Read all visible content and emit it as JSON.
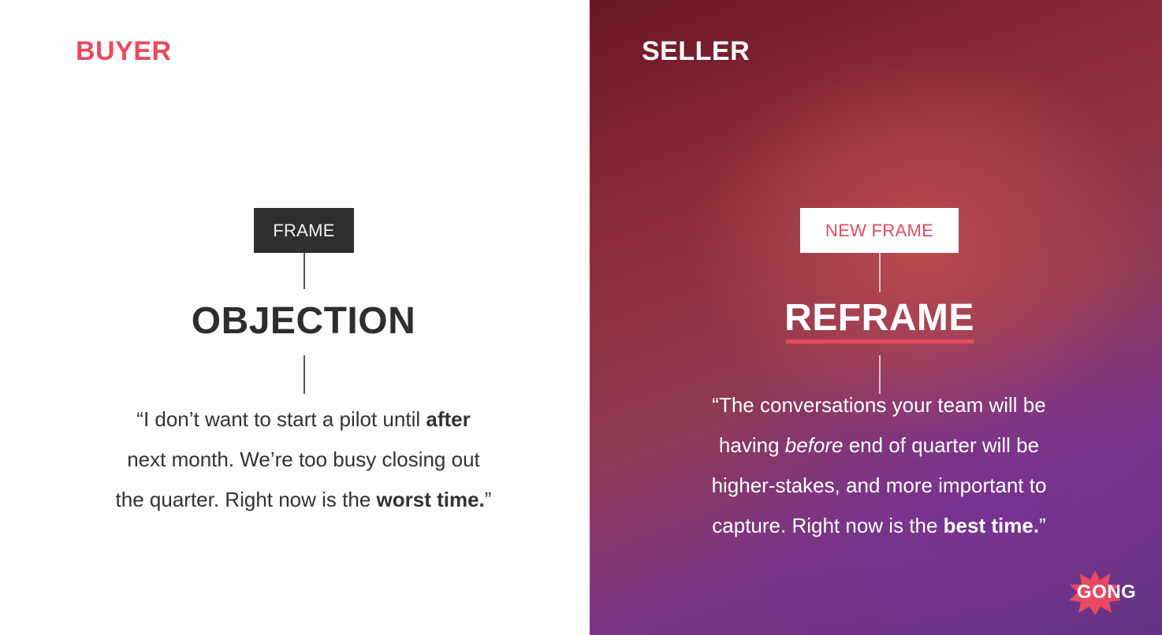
{
  "buyer": {
    "label": "BUYER",
    "tag": "FRAME",
    "headline": "OBJECTION",
    "quote": {
      "l1_a": "“I don’t want to start a pilot until ",
      "l1_b": "after",
      "l2": "next month. We’re too busy closing out",
      "l3_a": "the quarter. Right now is the ",
      "l3_b": "worst time.",
      "l3_c": "”"
    }
  },
  "seller": {
    "label": "SELLER",
    "tag": "NEW FRAME",
    "headline": "REFRAME",
    "quote": {
      "l1": "“The conversations your team will be",
      "l2_a": "having ",
      "l2_b": "before",
      "l2_c": " end of quarter will be",
      "l3": "higher-stakes, and more important to",
      "l4_a": "capture. Right now is the ",
      "l4_b": "best time.",
      "l4_c": "”"
    }
  },
  "logo": {
    "text": "GONG",
    "icon": "starburst-icon"
  },
  "colors": {
    "accent": "#e84a5f",
    "frame_dark": "#2f2f2f",
    "text_dark": "#2e2e2e"
  }
}
